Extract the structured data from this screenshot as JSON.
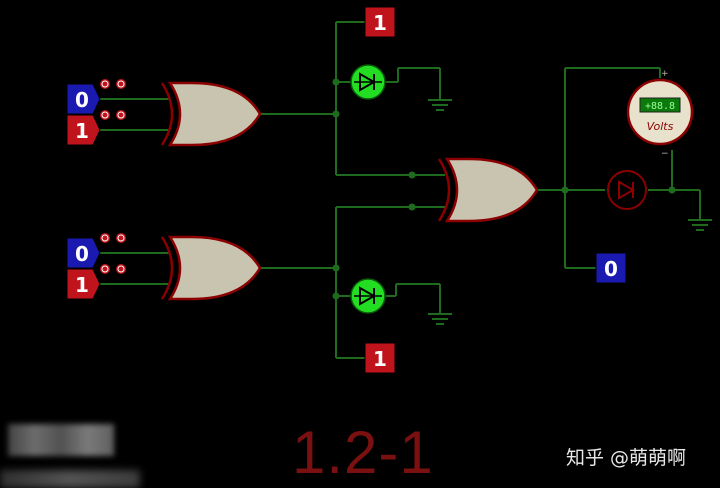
{
  "probes": {
    "in_a1": "0",
    "in_b1": "1",
    "in_a2": "0",
    "in_b2": "1",
    "out_top": "1",
    "out_bottom": "1",
    "out_sum": "0"
  },
  "voltmeter": {
    "reading": "+88.8",
    "unit": "Volts"
  },
  "caption": "1.2-1",
  "watermark": "知乎 @萌萌啊",
  "colors": {
    "wire": "#1e6b1e",
    "gate_fill": "#c8c4b0",
    "gate_stroke": "#8b0000",
    "probe_low": "#1a1ab0",
    "probe_high": "#c0141c",
    "led_on": "#22dd22"
  }
}
